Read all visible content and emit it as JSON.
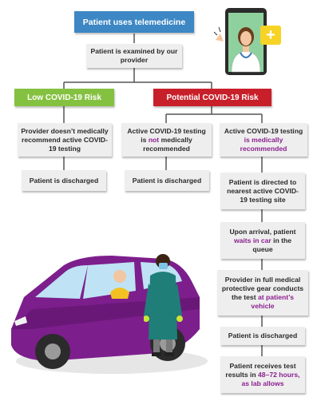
{
  "colors": {
    "top": "#3d87c4",
    "low": "#85c140",
    "potential": "#c8202a",
    "box": "#eeeeee",
    "highlight": "#8b1f8f",
    "car": "#7d1e8d"
  },
  "top": {
    "title": "Patient uses telemedicine"
  },
  "exam": {
    "text": "Patient is examined by our provider"
  },
  "low": {
    "header": "Low COVID-19 Risk",
    "provider": "Provider doesn’t medically recommend active COVID-19 testing",
    "result": "Patient is discharged"
  },
  "potential": {
    "header": "Potential COVID-19 Risk",
    "not_rec": {
      "pre": "Active COVID-19 testing is ",
      "hl": "not",
      "post": " medically recommended"
    },
    "not_rec_result": "Patient is discharged",
    "rec": {
      "pre": "Active COVID-19 testing ",
      "hl": "is medically recommended",
      "post": ""
    },
    "steps": [
      {
        "pre": "Patient is directed to nearest active COVID-19 testing site",
        "hl": "",
        "post": ""
      },
      {
        "pre": "Upon arrival, patient ",
        "hl": "waits in car",
        "post": " in the queue"
      },
      {
        "pre": "Provider in full medical protective gear conducts the test ",
        "hl": "at patient’s vehicle",
        "post": ""
      },
      {
        "pre": "Patient is discharged",
        "hl": "",
        "post": ""
      },
      {
        "pre": "Patient receives test results in ",
        "hl": "48–72 hours, as lab allows",
        "post": ""
      }
    ]
  },
  "icons": {
    "doctor": "doctor-video-call-icon",
    "medical": "plus-icon",
    "car": "car-illustration",
    "worker": "protective-gear-worker-illustration"
  }
}
